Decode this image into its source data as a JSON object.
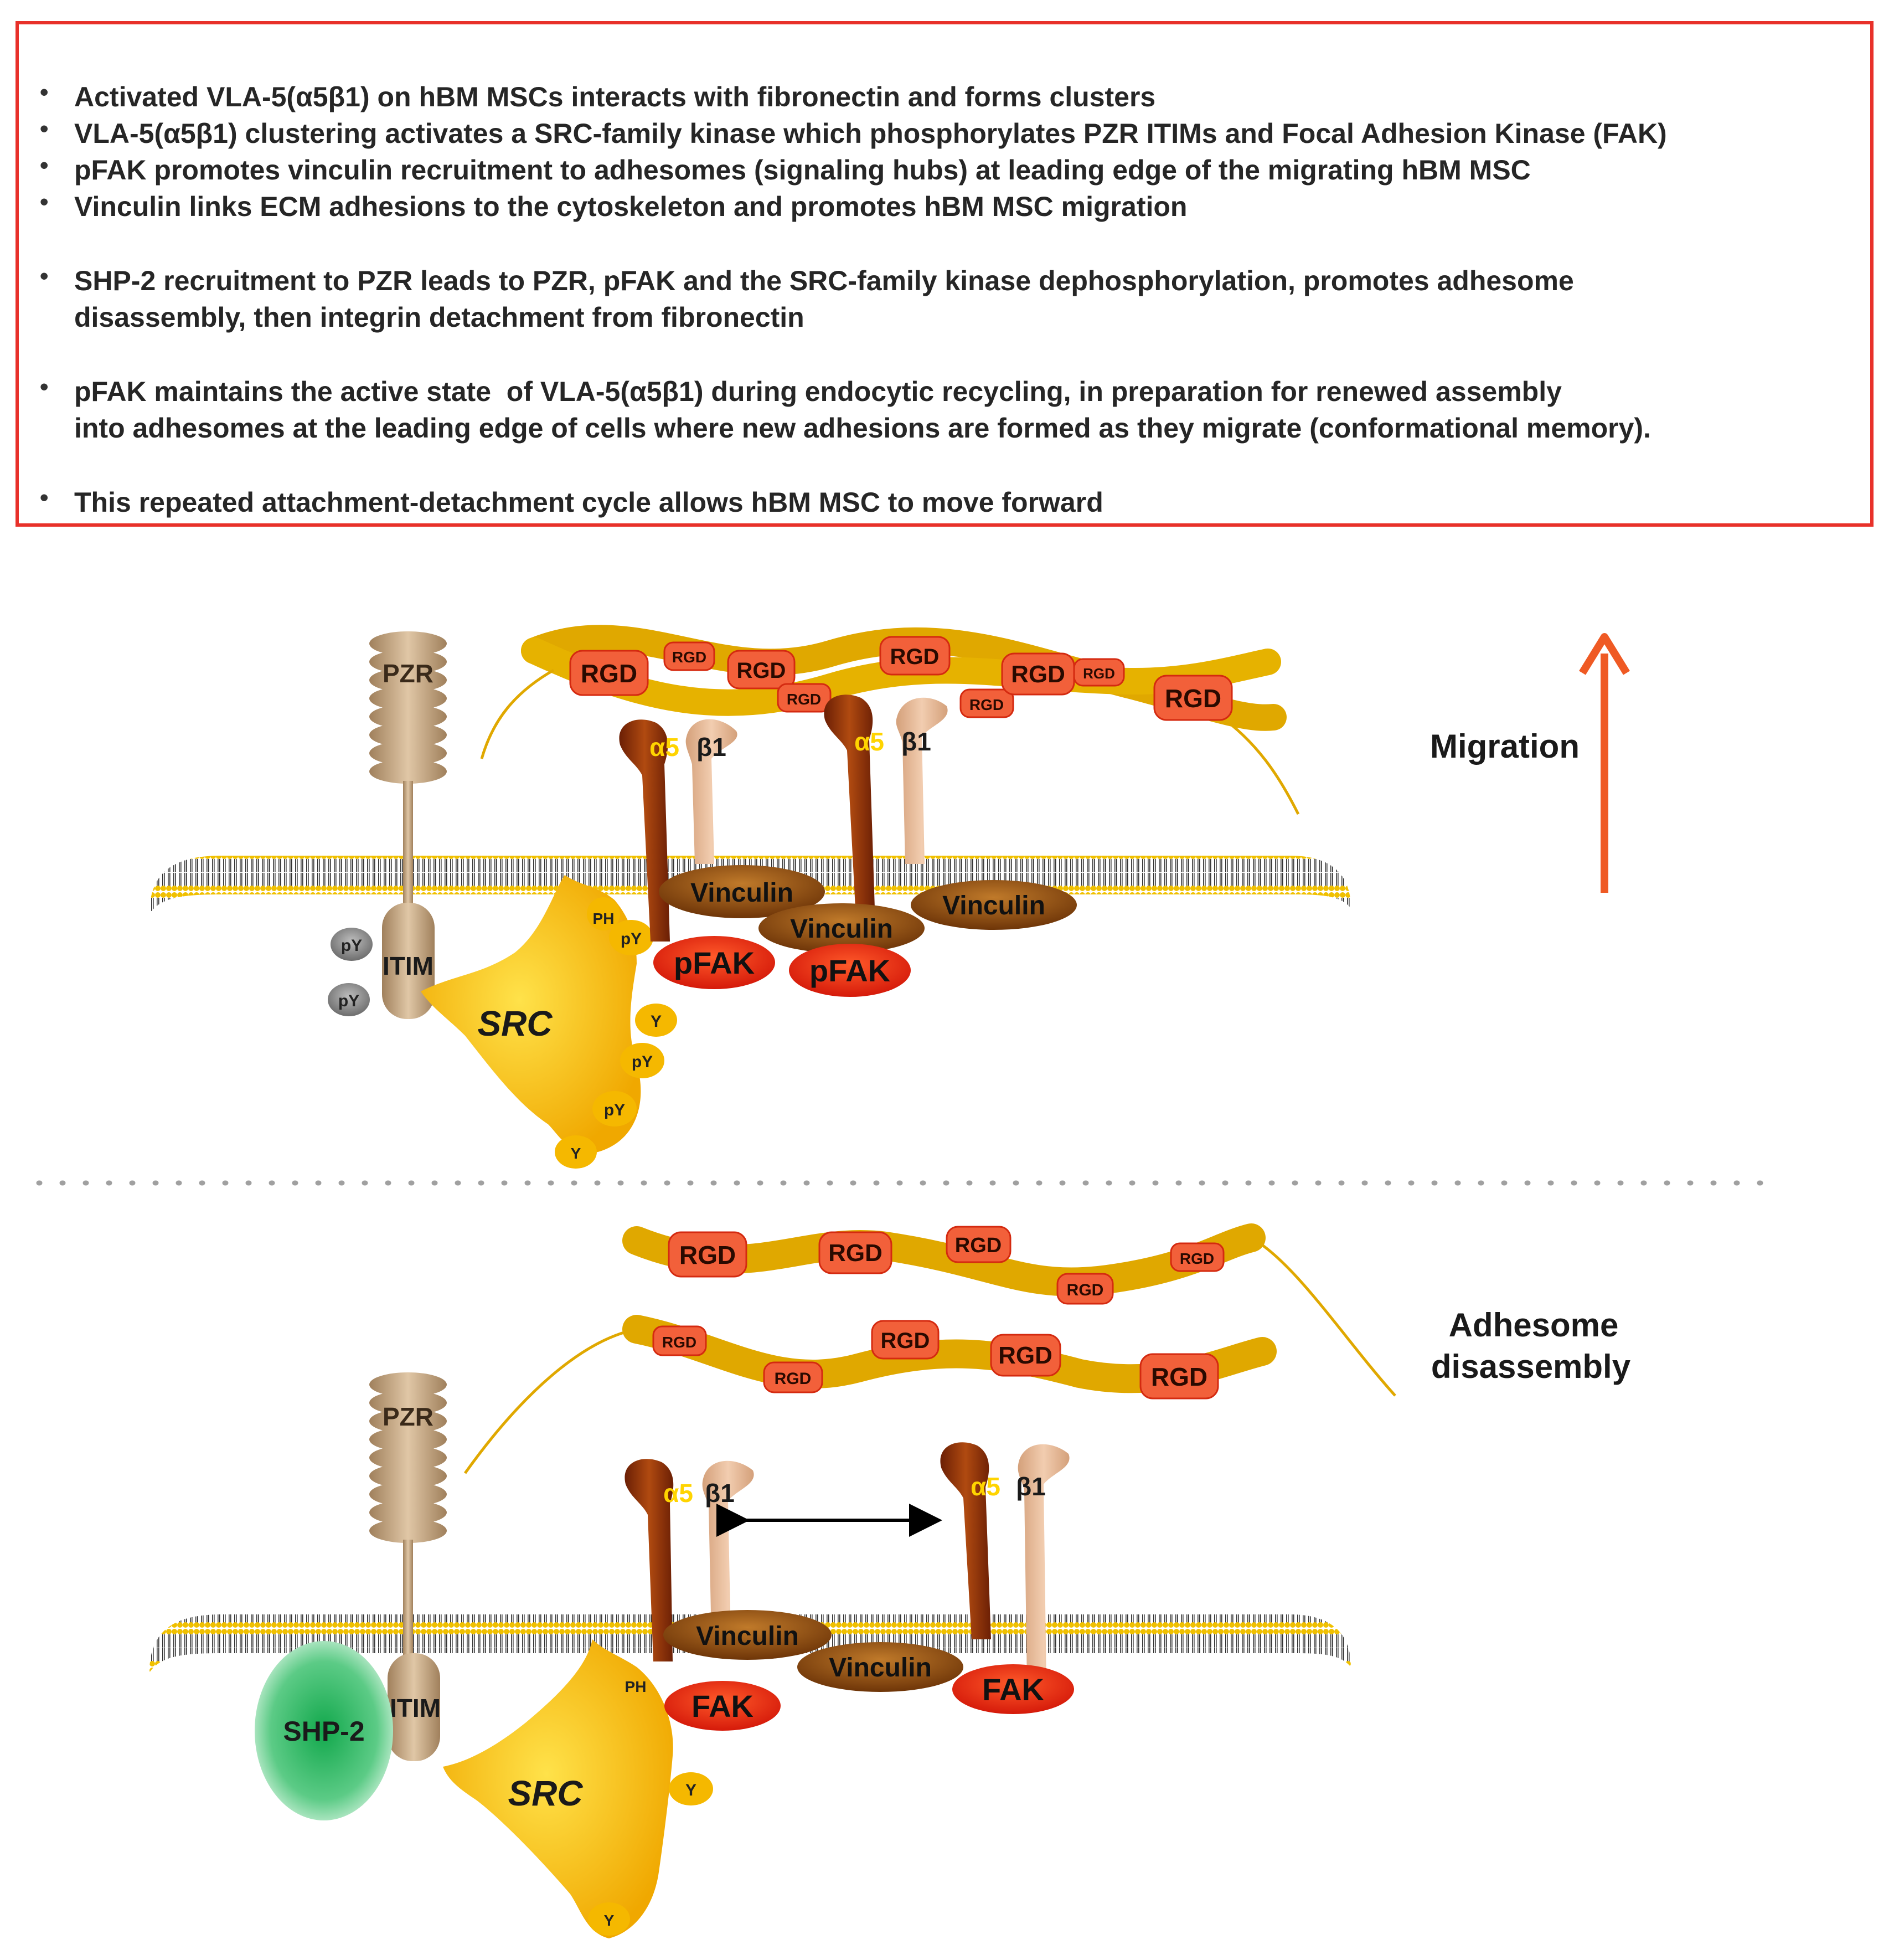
{
  "bullets": [
    {
      "lines": [
        "Activated VLA-5(α5β1) on hBM MSCs interacts with fibronectin and forms clusters"
      ]
    },
    {
      "lines": [
        "VLA-5(α5β1) clustering activates a SRC-family kinase which phosphorylates PZR ITIMs and Focal Adhesion Kinase (FAK)"
      ]
    },
    {
      "lines": [
        "pFAK promotes vinculin recruitment to adhesomes (signaling hubs) at leading edge of the migrating hBM MSC"
      ]
    },
    {
      "lines": [
        "Vinculin links ECM adhesions to the cytoskeleton and promotes hBM MSC migration"
      ]
    },
    {
      "lines": [
        "SHP-2 recruitment to PZR leads to PZR, pFAK and the SRC-family kinase dephosphorylation, promotes adhesome",
        "disassembly, then integrin detachment from fibronectin"
      ]
    },
    {
      "lines": [
        "pFAK maintains the active state  of VLA-5(α5β1) during endocytic recycling, in preparation for renewed assembly",
        "into adhesomes at the leading edge of cells where new adhesions are formed as they migrate (conformational memory)."
      ]
    },
    {
      "lines": [
        "This repeated attachment-detachment cycle allows hBM MSC to move forward"
      ]
    }
  ],
  "bullet_symbol": "•",
  "labels": {
    "pzr": "PZR",
    "itim": "ITIM",
    "src": "SRC",
    "ph": "PH",
    "py": "pY",
    "y": "Y",
    "rgd": "RGD",
    "alpha5": "α5",
    "beta1": "β1",
    "vinculin": "Vinculin",
    "pfak": "pFAK",
    "fak": "FAK",
    "shp2": "SHP-2",
    "migration": "Migration",
    "adhesome_line1": "Adhesome",
    "adhesome_line2": "disassembly"
  },
  "colors": {
    "border_red": "#e8312a",
    "fibronectin": "#e0a800",
    "rgd_fill": "#f2603a",
    "src_yellow": "#f5b800",
    "vinculin_brown": "#8a4a0e",
    "pfak_red": "#e8200f",
    "shp2_green": "#1fae5a",
    "arrow_orange": "#ef5a24",
    "pzr_tan": "#c9a985"
  }
}
